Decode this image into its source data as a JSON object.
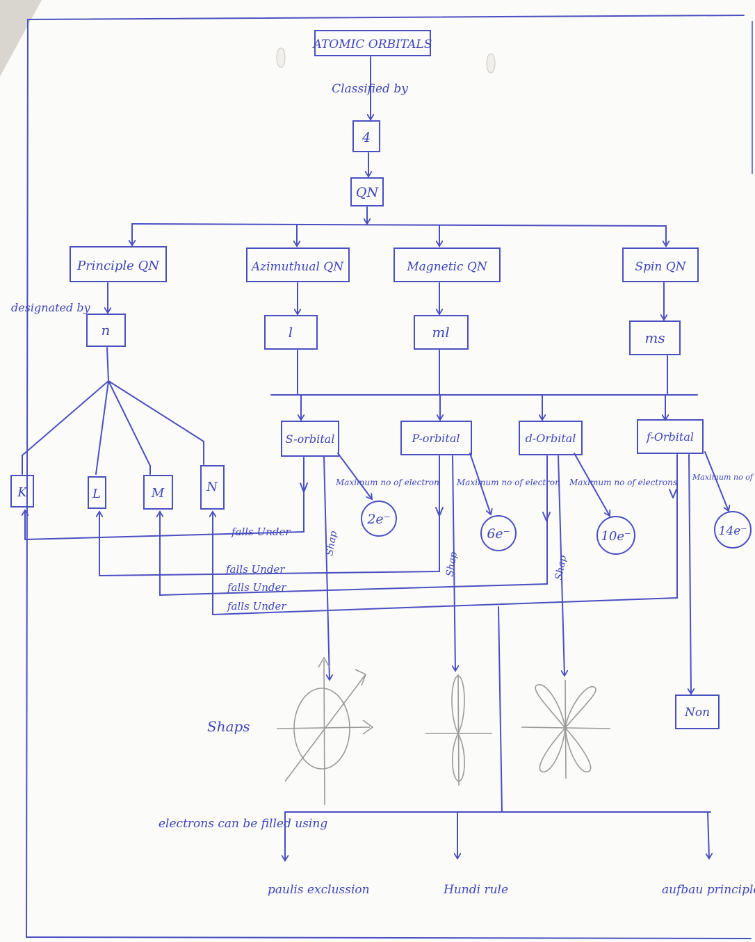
{
  "diagram": {
    "title": "ATOMIC ORBITALS",
    "classified_by": "Classified by",
    "count": "4",
    "qn": "QN",
    "quantum_numbers": [
      {
        "name": "Principle QN",
        "symbol": "n"
      },
      {
        "name": "Azimuthual QN",
        "symbol": "l"
      },
      {
        "name": "Magnetic QN",
        "symbol": "ml"
      },
      {
        "name": "Spin QN",
        "symbol": "ms"
      }
    ],
    "designated_by": "designated by",
    "shells": [
      "K",
      "L",
      "M",
      "N"
    ],
    "orbitals": [
      {
        "name": "S-orbital",
        "max_label": "Maximum no of electron",
        "max_value": "2e⁻"
      },
      {
        "name": "P-orbital",
        "max_label": "Maximum no of electron",
        "max_value": "6e⁻"
      },
      {
        "name": "d-Orbital",
        "max_label": "Maximum no of electrons",
        "max_value": "10e⁻"
      },
      {
        "name": "f-Orbital",
        "max_label": "Maximum no of electrons",
        "max_value": "14e⁻"
      }
    ],
    "falls_under": "falls Under",
    "shap": "Shap",
    "shaps": "Shaps",
    "non": "Non",
    "electrons_filled": "electrons can be filled using",
    "rules": [
      "paulis exclussion",
      "Hundi rule",
      "aufbau principle"
    ]
  }
}
